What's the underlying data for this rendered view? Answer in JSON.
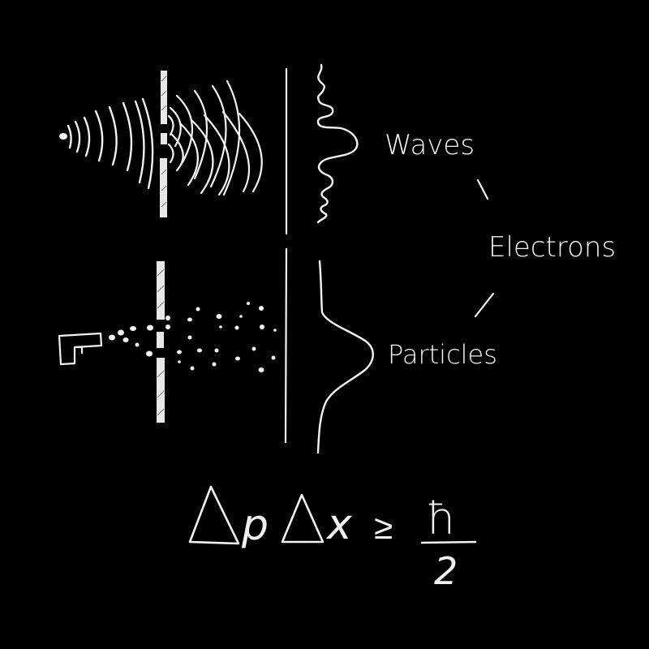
{
  "diagram": {
    "theme": {
      "background": "#000000",
      "chalk": "#f2f2f2"
    },
    "labels": {
      "waves": "Waves",
      "electrons": "Electrons",
      "particles": "Particles"
    },
    "equation": {
      "lhs": "ΔpΔx",
      "relation": "≥",
      "numerator": "ħ",
      "denominator": "2",
      "full_text": "ΔpΔx ≥ ħ/2"
    },
    "panels": [
      {
        "name": "wave-experiment",
        "source": "point-source-icon",
        "barrier": "double-slit-barrier",
        "screen": "detection-screen",
        "pattern": "interference-pattern"
      },
      {
        "name": "particle-experiment",
        "source": "particle-gun-icon",
        "barrier": "double-slit-barrier",
        "screen": "detection-screen",
        "pattern": "single-peak-distribution"
      }
    ]
  }
}
